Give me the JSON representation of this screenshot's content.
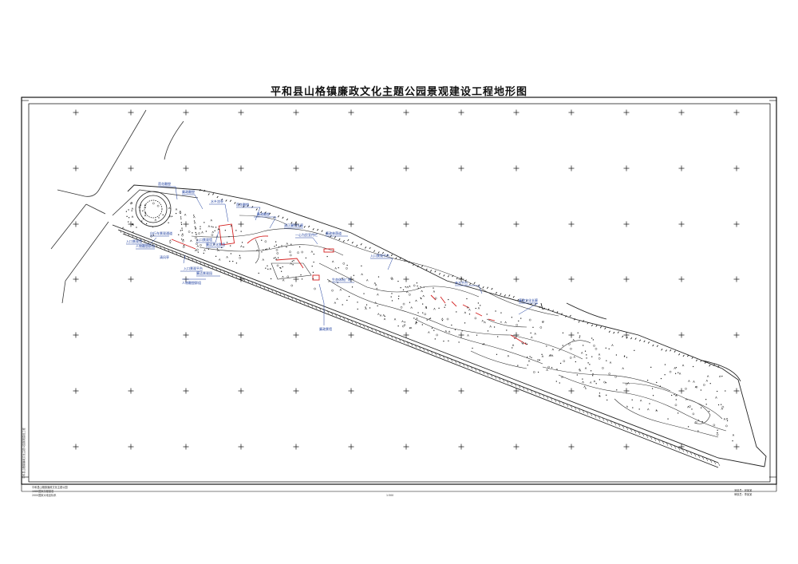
{
  "title": "平和县山格镇廉政文化主题公园景观建设工程地形图",
  "labels": [
    {
      "text": "莲花雕塑"
    },
    {
      "text": "廉政雕塑"
    },
    {
      "text": "水乡凉亭"
    },
    {
      "text": "莲花雕塑"
    },
    {
      "text": "廉政雕塑"
    },
    {
      "text": "清正廉明长廊"
    },
    {
      "text": "一心为民宣传栏"
    },
    {
      "text": "廉政林荫道"
    },
    {
      "text": "自行车景观通道"
    },
    {
      "text": "入口景观墙"
    },
    {
      "text": "人物雕塑群组"
    },
    {
      "text": "入口景观墙"
    },
    {
      "text": "廉洁文化景墙"
    },
    {
      "text": "清风亭"
    },
    {
      "text": "入口景观平台"
    },
    {
      "text": "廉洁景观园"
    },
    {
      "text": "人物雕塑群组"
    },
    {
      "text": "入口景观平台"
    },
    {
      "text": "生态休闲广场"
    },
    {
      "text": "廉政景墙"
    },
    {
      "text": "亲水平台"
    },
    {
      "text": "廉政文化长廊"
    }
  ],
  "footer": {
    "scale": "1:500",
    "left_notes": [
      "平和县山格镇廉政文化主题公园",
      "1985国家高程基准",
      "2000国家大地坐标系"
    ],
    "left_vertical": "平和县山格镇廉政文化主题公园景观建设工程",
    "right_notes": [
      "测量员：张某某",
      "审核员：李某某"
    ]
  },
  "colors": {
    "line": "#222222",
    "accent_red": "#d42020",
    "label_blue": "#1a3c9e",
    "frame": "#000000"
  },
  "icons": [
    "grid-crosshair-icon",
    "tree-symbol-icon"
  ]
}
